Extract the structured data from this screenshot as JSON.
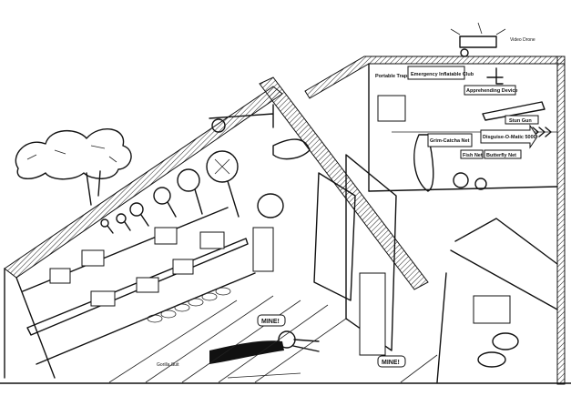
{
  "labels": {
    "portable_trapdoor": "Portable Trapdoor",
    "emergency_club": "Emergency Inflatable Club",
    "apprehending_device": "Apprehending Device",
    "stun_gun": "Stun Gun",
    "grim_catcha_net": "Grim-Catcha Net",
    "disguise_o_matic": "Disguise-O-Matic 5000",
    "fish_net": "Fish Net",
    "butterfly_net": "Butterfly Net",
    "mine_1": "MINE!",
    "mine_2": "MINE!",
    "gorilla_suit": "Gorilla Suit",
    "video_drone": "Video Drone"
  },
  "colors": {
    "ink": "#111111",
    "paper": "#ffffff"
  }
}
